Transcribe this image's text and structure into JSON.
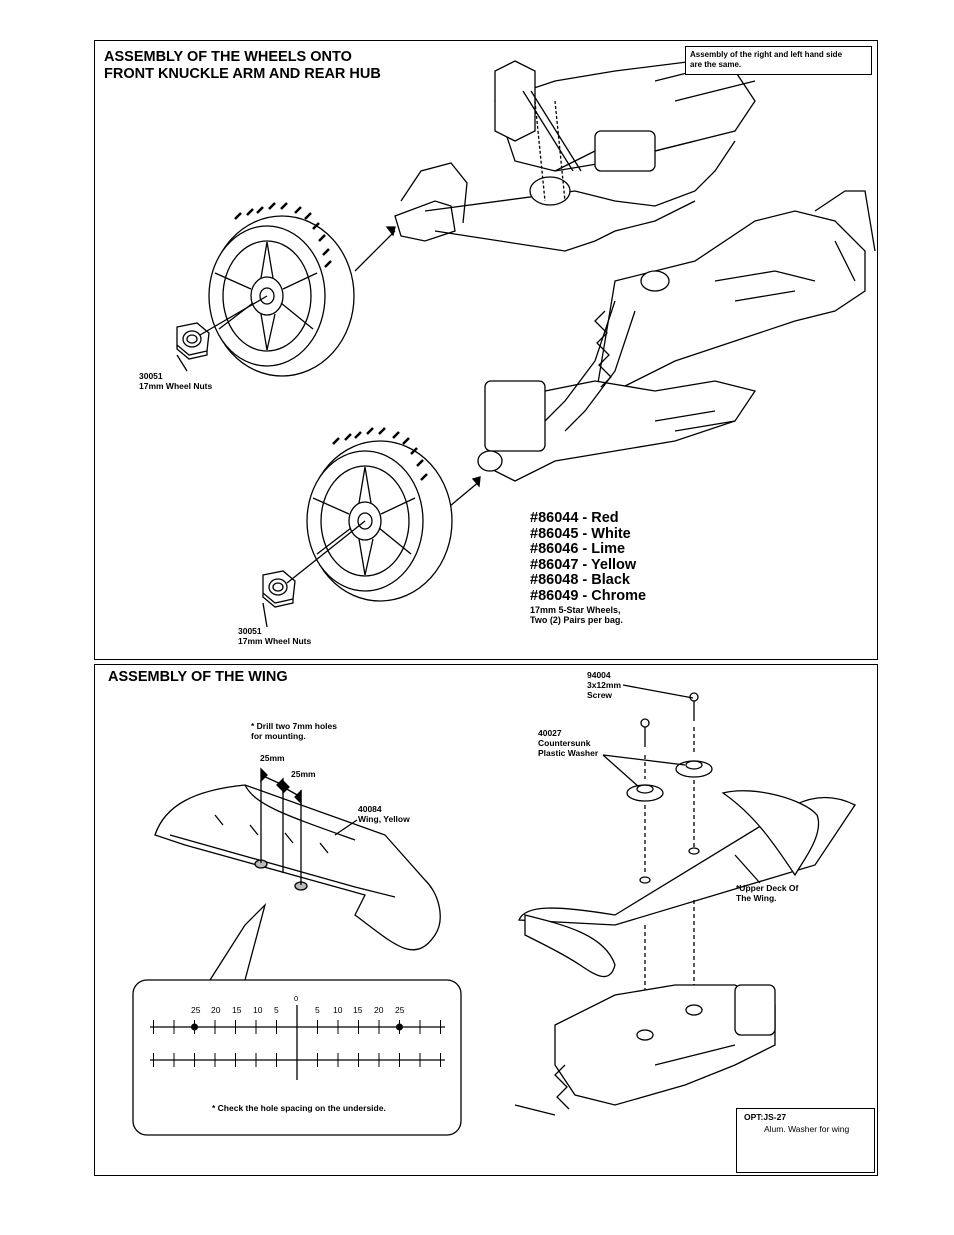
{
  "wheels_section": {
    "title": "ASSEMBLY OF THE WHEELS ONTO\nFRONT KNUCKLE ARM AND REAR HUB",
    "note": "Assembly of the right and left hand side\nare the same.",
    "nut_label_1": "30051\n17mm Wheel Nuts",
    "nut_label_2": "30051\n17mm Wheel Nuts",
    "wheel_options": [
      "#86044 - Red",
      "#86045 - White",
      "#86046 - Lime",
      "#86047 - Yellow",
      "#86048 - Black",
      "#86049 - Chrome"
    ],
    "wheel_desc": "17mm 5-Star Wheels,\nTwo (2) Pairs per bag."
  },
  "wing_section": {
    "title": "ASSEMBLY OF THE WING",
    "drill_note": "* Drill two 7mm holes\n   for mounting.",
    "dim_1": "25mm",
    "dim_2": "25mm",
    "wing_label": "40084\nWing, Yellow",
    "screw_label": "94004\n3x12mm\nScrew",
    "washer_label": "40027\nCountersunk\nPlastic Washer",
    "upper_deck_label": "*Upper Deck Of\n  The Wing.",
    "scale_zero": "0",
    "scale_left": [
      "25",
      "20",
      "15",
      "10",
      "5"
    ],
    "scale_right": [
      "5",
      "10",
      "15",
      "20",
      "25"
    ],
    "check_note": "* Check the hole spacing on the underside.",
    "opt_code": "OPT:JS-27",
    "opt_desc": "Alum. Washer for wing"
  }
}
